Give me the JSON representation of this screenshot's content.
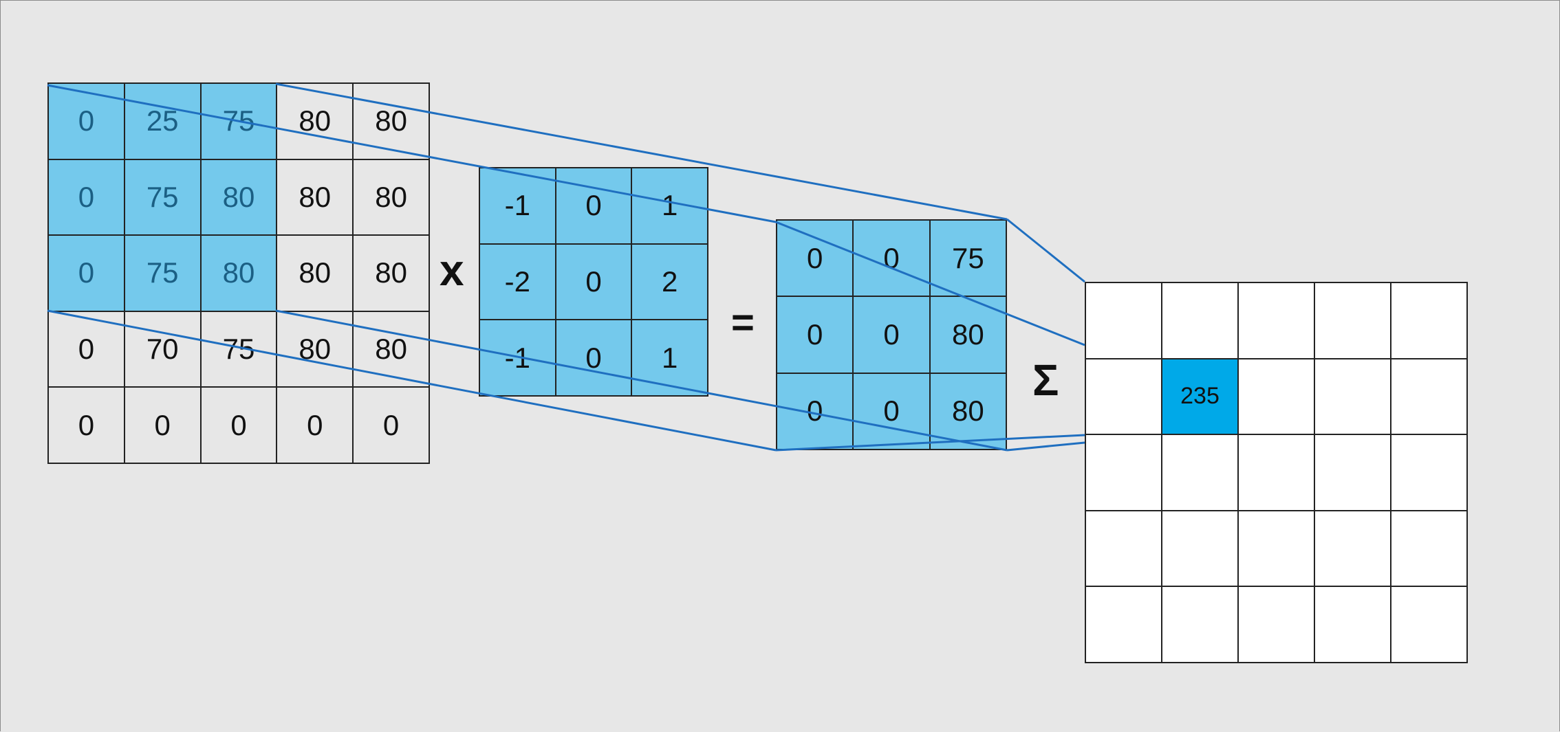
{
  "input_matrix": {
    "rows": [
      [
        "0",
        "25",
        "75",
        "80",
        "80"
      ],
      [
        "0",
        "75",
        "80",
        "80",
        "80"
      ],
      [
        "0",
        "75",
        "80",
        "80",
        "80"
      ],
      [
        "0",
        "70",
        "75",
        "80",
        "80"
      ],
      [
        "0",
        "0",
        "0",
        "0",
        "0"
      ]
    ],
    "selected_rows": 3,
    "selected_cols": 3
  },
  "kernel_matrix": {
    "rows": [
      [
        "-1",
        "0",
        "1"
      ],
      [
        "-2",
        "0",
        "2"
      ],
      [
        "-1",
        "0",
        "1"
      ]
    ]
  },
  "product_matrix": {
    "rows": [
      [
        "0",
        "0",
        "75"
      ],
      [
        "0",
        "0",
        "80"
      ],
      [
        "0",
        "0",
        "80"
      ]
    ]
  },
  "output_matrix": {
    "rows": [
      [
        "",
        "",
        "",
        "",
        ""
      ],
      [
        "",
        "235",
        "",
        "",
        ""
      ],
      [
        "",
        "",
        "",
        "",
        ""
      ],
      [
        "",
        "",
        "",
        "",
        ""
      ],
      [
        "",
        "",
        "",
        "",
        ""
      ]
    ],
    "highlight_row": 1,
    "highlight_col": 1
  },
  "operators": {
    "times": "x",
    "equals": "=",
    "sum": "Σ"
  },
  "colors": {
    "background": "#e7e7e7",
    "selection_fill": "#74c9ec",
    "selection_text": "#1b5f84",
    "output_highlight": "#00a9e8",
    "connector_line": "#1f6fc0",
    "grid_line": "#222222"
  }
}
